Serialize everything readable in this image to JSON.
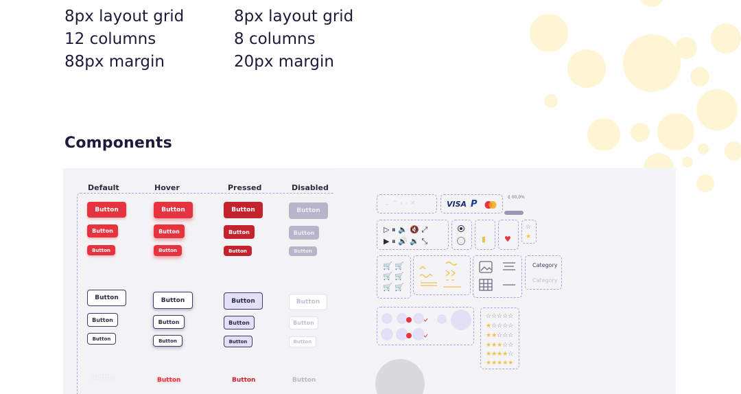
{
  "grid_specs": [
    {
      "grid": "8px layout grid",
      "columns": "12 columns",
      "margin": "88px margin"
    },
    {
      "grid": "8px layout grid",
      "columns": "8 columns",
      "margin": "20px margin"
    }
  ],
  "section_title": "Components",
  "buttons": {
    "states": [
      "Default",
      "Hover",
      "Pressed",
      "Disabled"
    ],
    "label": "Button"
  },
  "payments": {
    "visa": "VISA",
    "paypal": "P",
    "balance": "₵ 00,0%"
  },
  "categories": {
    "active": "Category",
    "disabled": "Category"
  },
  "colors": {
    "accent": "#e5333f",
    "outline": "#3b3966",
    "dash": "#a99ef0",
    "star": "#f2c14e",
    "bubble": "#fdf4cf"
  }
}
